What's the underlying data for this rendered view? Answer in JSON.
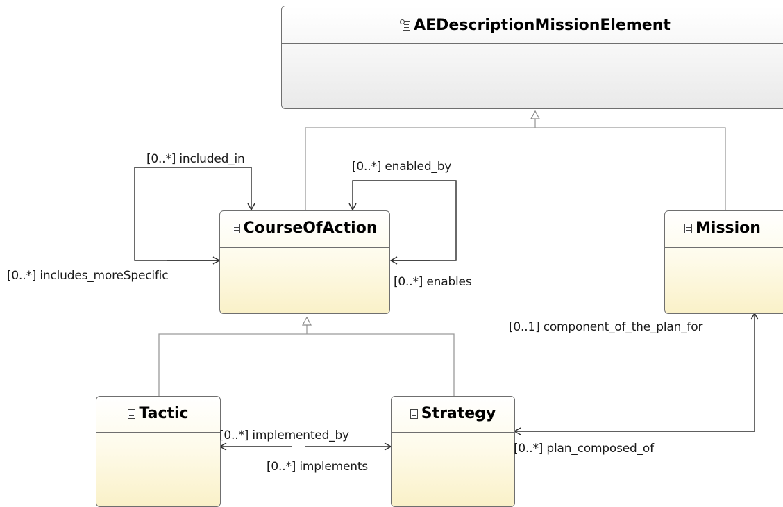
{
  "diagram": {
    "classes": {
      "ae_description_mission_element": {
        "name": "AEDescriptionMissionElement",
        "kind": "abstract"
      },
      "course_of_action": {
        "name": "CourseOfAction",
        "kind": "class"
      },
      "mission": {
        "name": "Mission",
        "kind": "class"
      },
      "tactic": {
        "name": "Tactic",
        "kind": "class"
      },
      "strategy": {
        "name": "Strategy",
        "kind": "class"
      }
    },
    "relations": {
      "included_in": "[0..*] included_in",
      "includes_more_specific": "[0..*] includes_moreSpecific",
      "enabled_by": "[0..*] enabled_by",
      "enables": "[0..*] enables",
      "component_of_the_plan_for": "[0..1] component_of_the_plan_for",
      "implemented_by": "[0..*] implemented_by",
      "implements": "[0..*] implements",
      "plan_composed_of": "[0..*] plan_composed_of"
    },
    "colors": {
      "line": "#6f6f6f",
      "arrow": "#2b2b2b",
      "class_fill": "#faf1c8",
      "abstract_fill": "#e9e9e9"
    },
    "icons": {
      "abstract_class": "abstract-class-icon",
      "class": "class-icon"
    }
  }
}
